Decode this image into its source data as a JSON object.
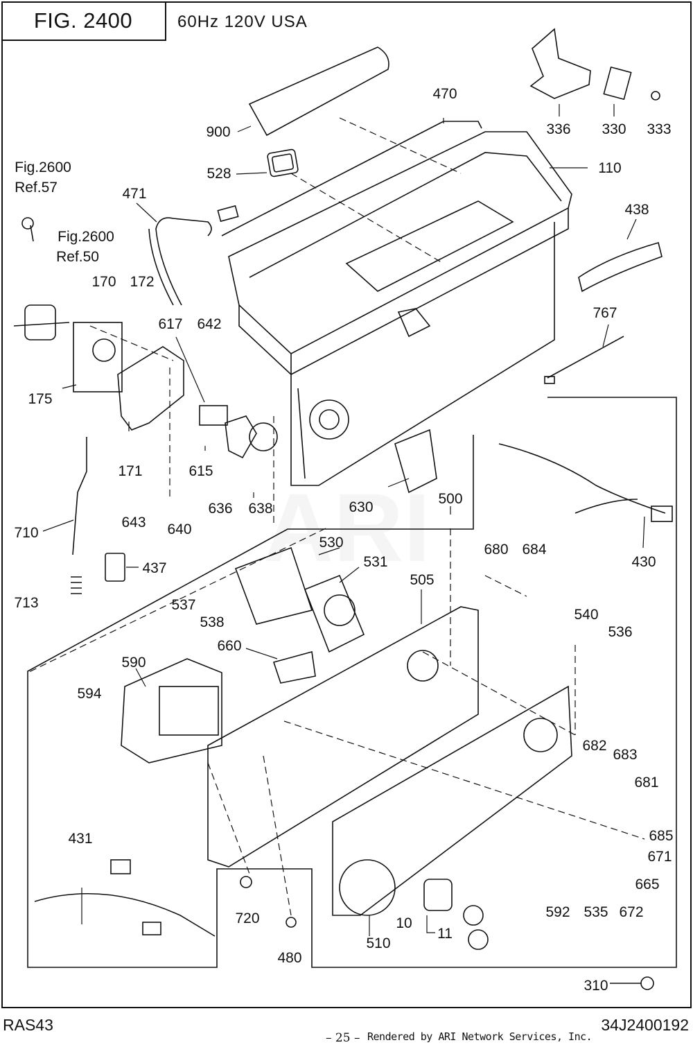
{
  "header": {
    "fig_title": "FIG. 2400",
    "spec": "60Hz  120V  USA"
  },
  "footer": {
    "model": "RAS43",
    "doc_id": "34J2400192",
    "page": "– 25 –",
    "credit": "Rendered by ARI Network Services, Inc."
  },
  "watermark": "ARI",
  "references": [
    {
      "id": "ref-2600-57",
      "lines": [
        "Fig.2600",
        "Ref.57"
      ]
    },
    {
      "id": "ref-2600-50",
      "lines": [
        "Fig.2600",
        "Ref.50"
      ]
    }
  ],
  "part_labels": [
    "900",
    "470",
    "528",
    "110",
    "336",
    "330",
    "333",
    "471",
    "438",
    "170",
    "172",
    "617",
    "642",
    "767",
    "175",
    "171",
    "615",
    "636",
    "638",
    "630",
    "500",
    "643",
    "640",
    "710",
    "530",
    "531",
    "437",
    "680",
    "684",
    "430",
    "537",
    "538",
    "505",
    "713",
    "660",
    "540",
    "536",
    "590",
    "594",
    "682",
    "683",
    "681",
    "685",
    "671",
    "665",
    "672",
    "592",
    "535",
    "431",
    "720",
    "510",
    "10",
    "11",
    "480",
    "310"
  ],
  "colors": {
    "line": "#111111",
    "background": "#ffffff"
  }
}
